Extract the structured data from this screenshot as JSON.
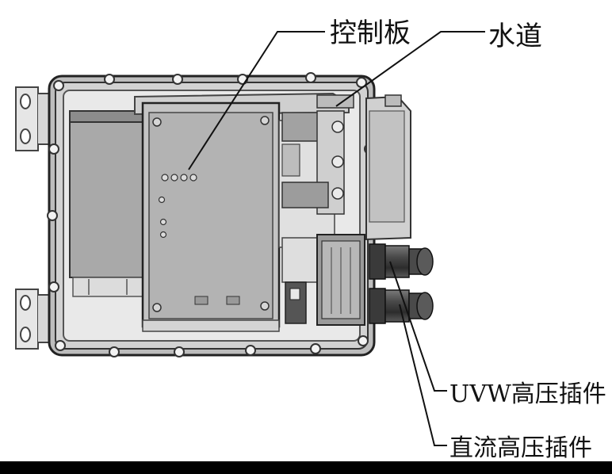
{
  "labels": {
    "control_board": "控制板",
    "water_channel": "水道",
    "uvw_connector": "UVW高压插件",
    "dc_connector": "直流高压插件"
  }
}
